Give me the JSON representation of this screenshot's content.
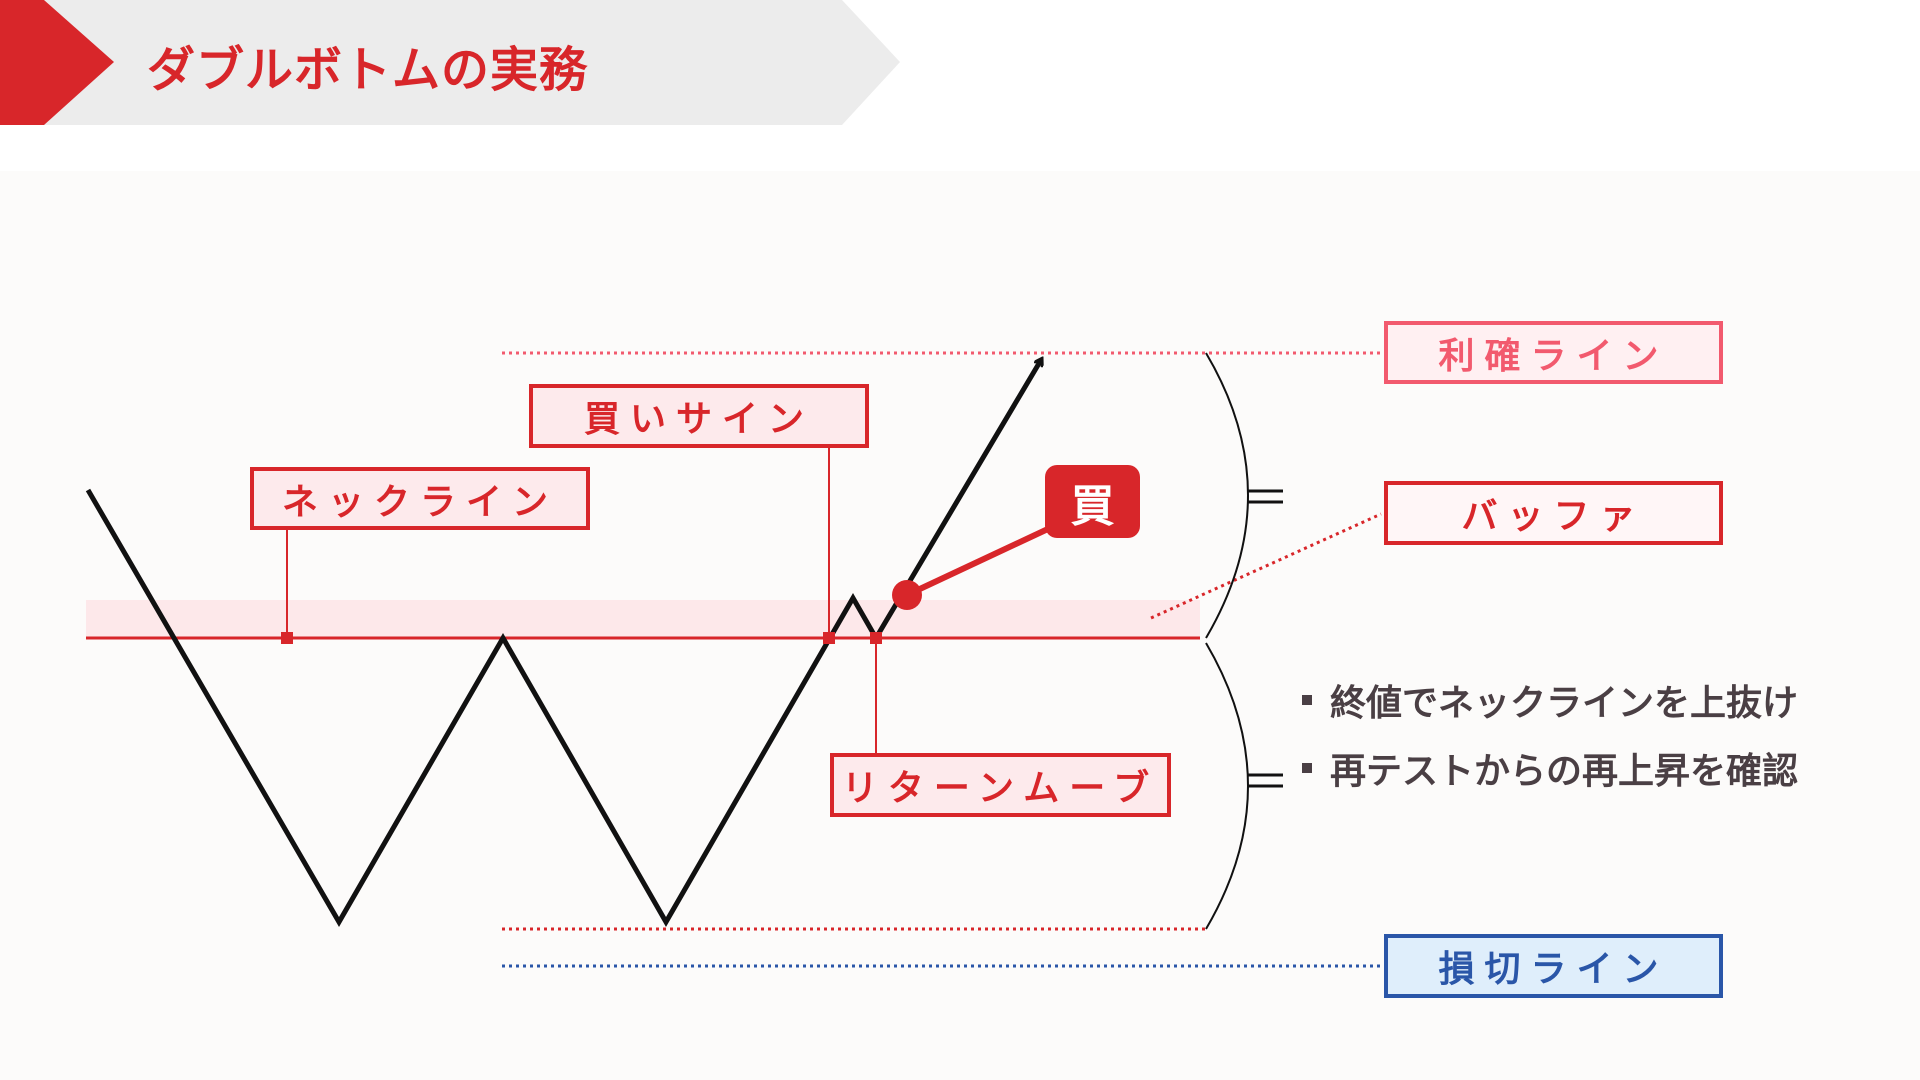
{
  "header": {
    "title": "ダブルボトムの実務"
  },
  "labels": {
    "neckline": "ネックライン",
    "buy_signal": "買いサイン",
    "return_move": "リターンムーブ",
    "take_profit": "利確ライン",
    "buffer": "バッファ",
    "stop_loss": "損切ライン",
    "buy_badge": "買"
  },
  "notes": [
    "終値でネックラインを上抜け",
    "再テストからの再上昇を確認"
  ],
  "colors": {
    "accent": "#d8262a",
    "take_profit": "#f25a6e",
    "stop_loss": "#2a56a8",
    "text": "#4a3f44"
  }
}
